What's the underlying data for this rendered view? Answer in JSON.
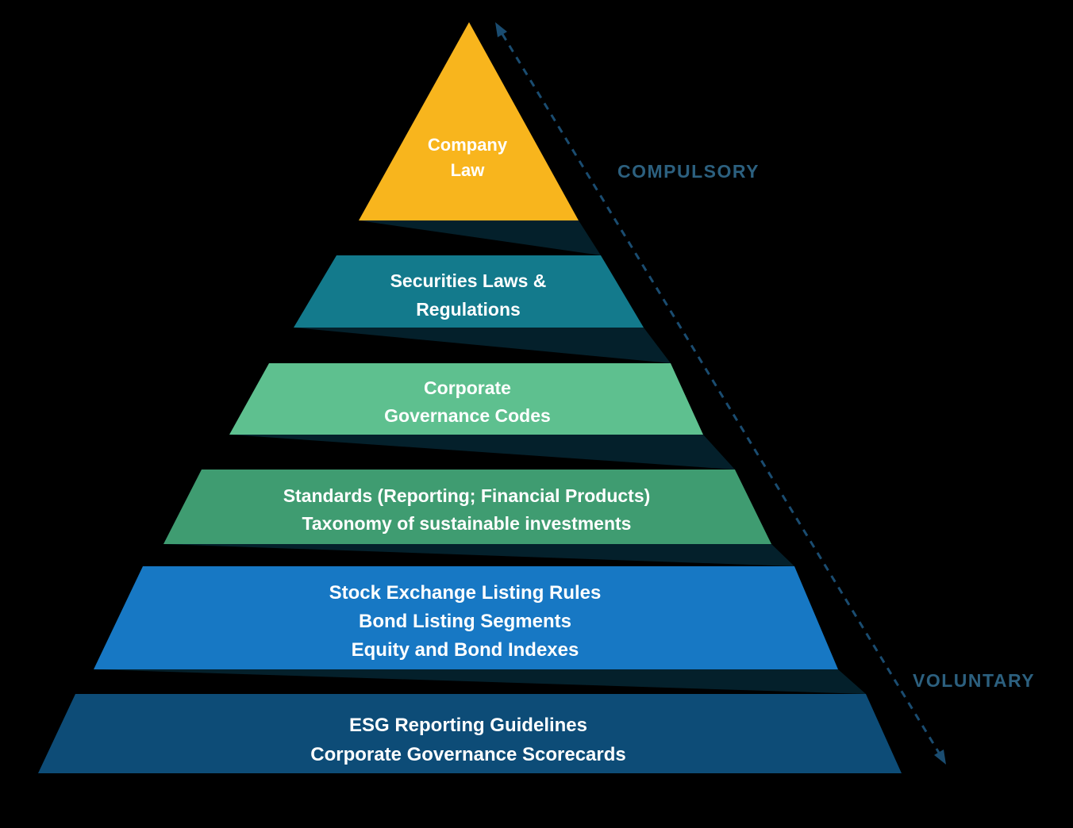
{
  "diagram": {
    "type": "pyramid",
    "background_color": "#000000",
    "text_color": "#FFFFFF",
    "layers": [
      {
        "id": "company-law",
        "color": "#F8B51D",
        "lines": [
          "Company",
          "Law"
        ]
      },
      {
        "id": "securities-laws",
        "color": "#137A8C",
        "lines": [
          "Securities Laws &",
          "Regulations"
        ]
      },
      {
        "id": "corporate-governance-codes",
        "color": "#5EC08F",
        "lines": [
          "Corporate",
          "Governance Codes"
        ]
      },
      {
        "id": "standards-taxonomy",
        "color": "#3F9C71",
        "lines": [
          "Standards (Reporting; Financial Products)",
          "Taxonomy of sustainable investments"
        ]
      },
      {
        "id": "exchange-listing",
        "color": "#1778C4",
        "lines": [
          "Stock Exchange Listing Rules",
          "Bond Listing Segments",
          "Equity and Bond Indexes"
        ]
      },
      {
        "id": "esg-reporting",
        "color": "#0D4C77",
        "lines": [
          "ESG Reporting Guidelines",
          "Corporate Governance Scorecards"
        ]
      }
    ]
  },
  "axis": {
    "top_label": "COMPULSORY",
    "bottom_label": "VOLUNTARY",
    "line_color": "#1A4C70",
    "label_color": "#2C607F"
  }
}
